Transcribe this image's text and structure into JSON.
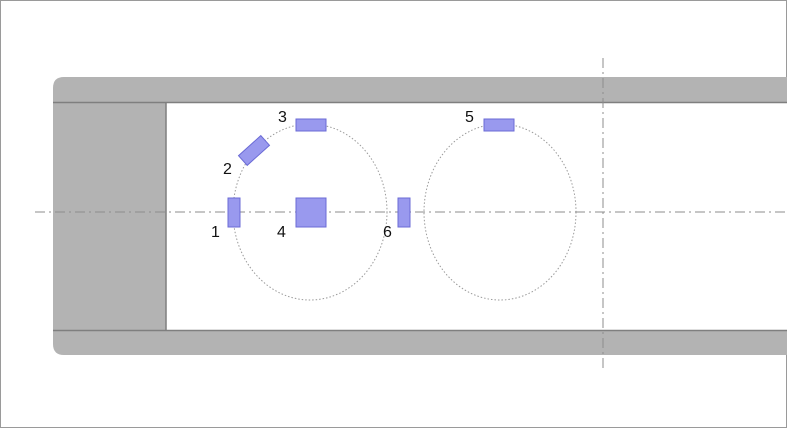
{
  "colors": {
    "frame": "#9a9a9a",
    "wall": "#b3b3b3",
    "wall_edge": "#7f7f7f",
    "interior": "#ffffff",
    "axis": "#8c8c8c",
    "circle": "#9a9a9a",
    "element_fill": "#9999ee",
    "element_stroke": "#6b6bd6"
  },
  "labels": {
    "l1": "1",
    "l2": "2",
    "l3": "3",
    "l4": "4",
    "l5": "5",
    "l6": "6"
  }
}
